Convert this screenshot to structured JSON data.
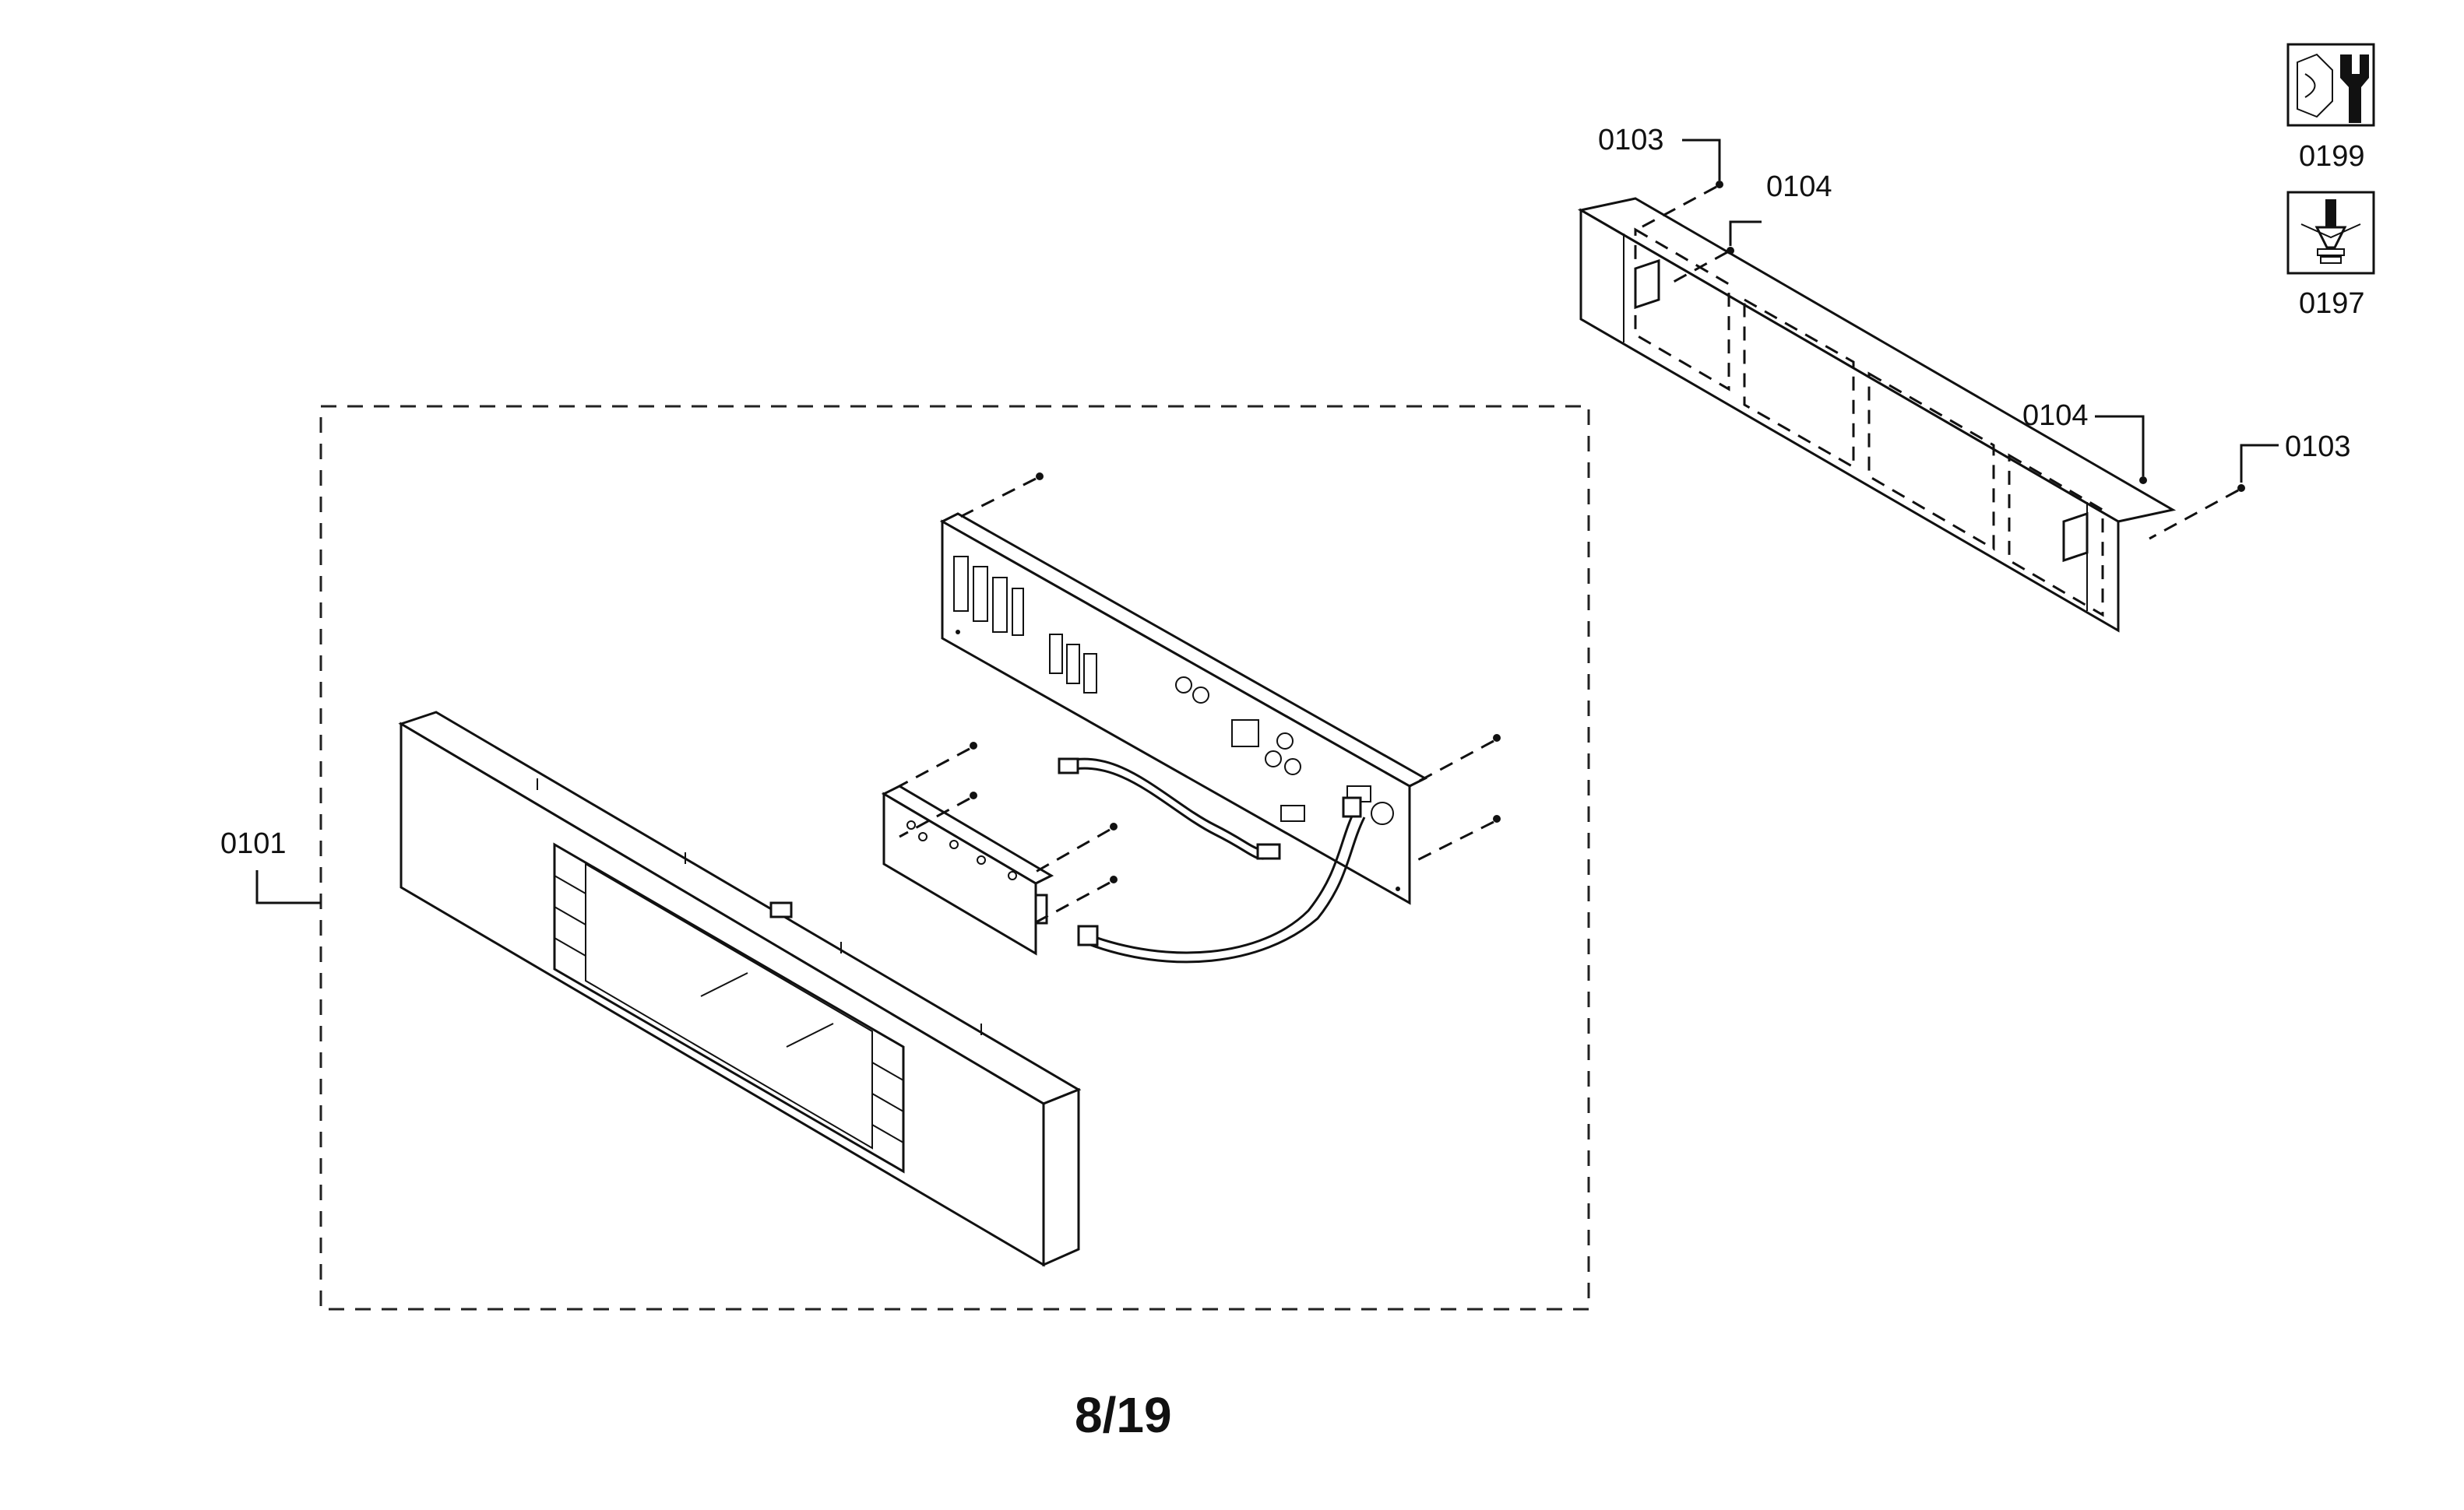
{
  "callouts": {
    "assembly": "0101",
    "screw_top_left": "0103",
    "clip_top": "0104",
    "clip_right": "0104",
    "screw_right": "0103"
  },
  "tools": {
    "wrench_label": "0199",
    "screwdriver_label": "0197"
  },
  "page_number": "8/19",
  "icons": {
    "wrench": "wrench-nut-icon",
    "screwdriver": "screwdriver-icon"
  }
}
